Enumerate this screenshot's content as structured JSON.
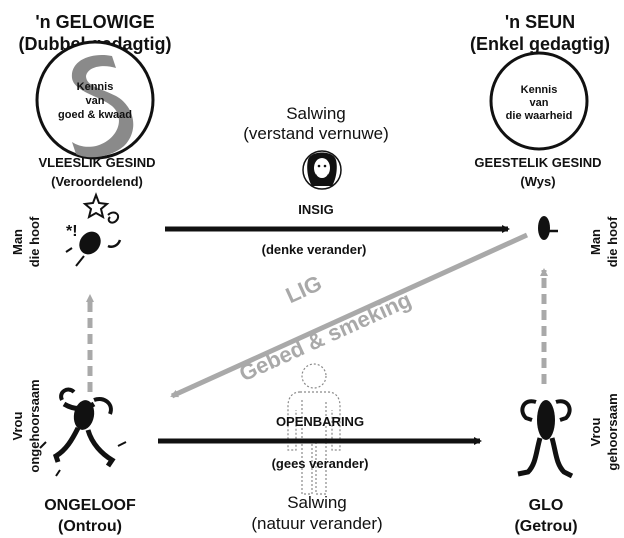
{
  "colors": {
    "ink": "#111111",
    "gray_arrow": "#a9a9a9",
    "circle_fill": "#ffffff",
    "s_shape": "#8a8a8a"
  },
  "icons": {
    "left_circle_symbol": "s-shape-icon",
    "salving_symbol": "jesus-face-icon",
    "top_left_figure": "confused-head-icon",
    "top_right_figure": "small-head-icon",
    "bottom_left_figure": "disobedient-figure-icon",
    "bottom_right_figure": "obedient-figure-icon",
    "center_figure": "dotted-outline-person-icon"
  },
  "left_top": {
    "title": "'n GELOWIGE",
    "subtitle": "(Dubbel gedagtig)",
    "circle_line1": "Kennis",
    "circle_line2": "van",
    "circle_line3": "goed & kwaad",
    "label": "VLEESLIK GESIND",
    "sublabel": "(Veroordelend)",
    "side_line1": "Man",
    "side_line2": "die hoof"
  },
  "right_top": {
    "title": "'n SEUN",
    "subtitle": "(Enkel gedagtig)",
    "circle_line1": "Kennis",
    "circle_line2": "van",
    "circle_line3": "die waarheid",
    "label": "GEESTELIK GESIND",
    "sublabel": "(Wys)",
    "side_line1": "Man",
    "side_line2": "die hoof"
  },
  "center_top": {
    "line1": "Salwing",
    "line2": "(verstand vernuwe)",
    "arrow_label": "INSIG",
    "arrow_sublabel": "(denke verander)"
  },
  "diagonal": {
    "line1": "LIG",
    "line2": "Gebed & smeking"
  },
  "center_bottom": {
    "arrow_label": "OPENBARING",
    "arrow_sublabel": "(gees verander)",
    "line1": "Salwing",
    "line2": "(natuur verander)"
  },
  "left_bottom": {
    "side_line1": "Vrou",
    "side_line2": "ongehoorsaam",
    "label": "ONGELOOF",
    "sublabel": "(Ontrou)"
  },
  "right_bottom": {
    "side_line1": "Vrou",
    "side_line2": "gehoorsaam",
    "label": "GLO",
    "sublabel": "(Getrou)"
  }
}
